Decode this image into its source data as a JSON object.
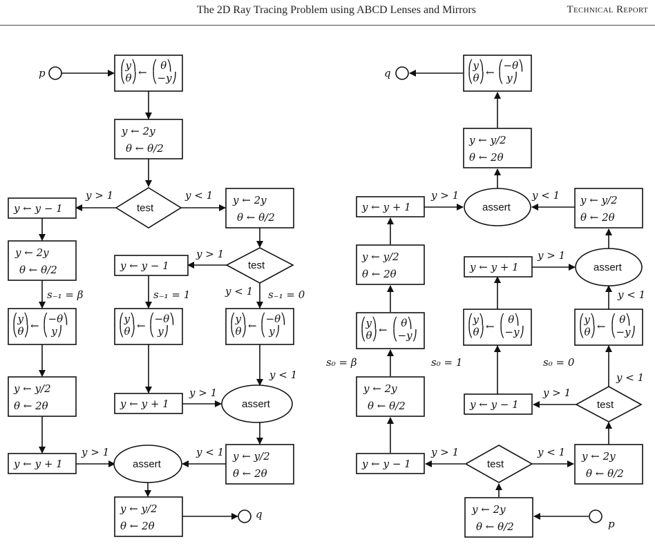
{
  "header": {
    "title": "The 2D Ray Tracing Problem using ABCD Lenses and Mirrors",
    "report": "Technical Report"
  },
  "nodes": {
    "left_p": "p",
    "left_q": "q",
    "right_q": "q",
    "right_p": "p",
    "y2y": "y ← 2y",
    "th_half": "θ ← θ/2",
    "y_half": "y ← y/2",
    "th_2": "θ ← 2θ",
    "y_minus1": "y ← y − 1",
    "y_plus1": "y ← y + 1",
    "test": "test",
    "assert": "assert",
    "swap_pos_left": "(θ, −y)",
    "swap_neg_left": "(−θ, y)"
  },
  "labels": {
    "gt1": "y > 1",
    "lt1": "y < 1",
    "s_m1_beta": "s₋₁ = β",
    "s_m1_1": "s₋₁ = 1",
    "s_m1_0": "s₋₁ = 0",
    "s0_beta": "s₀ = β",
    "s0_1": "s₀ = 1",
    "s0_0": "s₀ = 0"
  }
}
